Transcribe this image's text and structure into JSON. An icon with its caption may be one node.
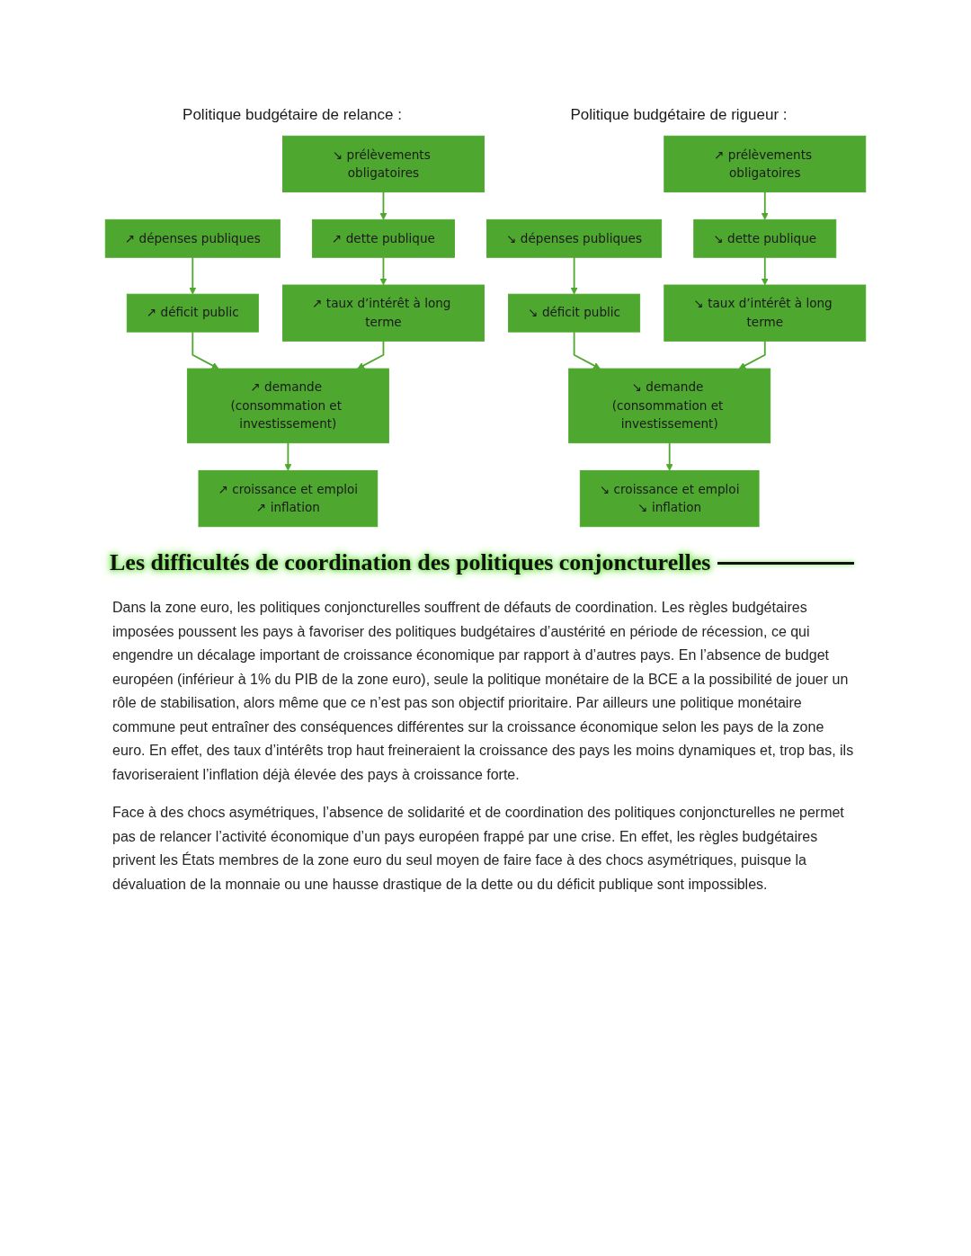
{
  "diagram": {
    "nodes": [
      {
        "text": [
          "↗ dépenses publiques"
        ]
      },
      {
        "text": [
          "↘ prélèvements obligatoires"
        ]
      },
      {
        "text": [
          "↗ déficit public"
        ]
      },
      {
        "text": [
          "↗ dette publique"
        ]
      },
      {
        "text": [
          "↗ demande (consommation et investissement)"
        ]
      },
      {
        "text": [
          "↗ taux d’intérêt à long terme"
        ]
      },
      {
        "text": [
          "↗ croissance et emploi",
          "↗ inflation"
        ]
      },
      {
        "text": [
          "↘ dépenses publiques"
        ]
      },
      {
        "text": [
          "↗ prélèvements obligatoires"
        ]
      },
      {
        "text": [
          "↘ déficit public"
        ]
      },
      {
        "text": [
          "↘ dette publique"
        ]
      },
      {
        "text": [
          "↘ demande (consommation et investissement)"
        ]
      },
      {
        "text": [
          "↘ taux d’intérêt à long terme"
        ]
      },
      {
        "text": [
          "↘ croissance et emploi",
          "↘ inflation"
        ]
      }
    ],
    "edges": [
      {
        "from": 0,
        "to": 2,
        "arrow": "to"
      },
      {
        "from": 1,
        "to": 3,
        "arrow": "to"
      },
      {
        "from": 2,
        "to": 4,
        "arrow": "to"
      },
      {
        "from": 3,
        "to": 5,
        "arrow": "to"
      },
      {
        "from": 5,
        "to": 4,
        "arrow": "to"
      },
      {
        "from": 4,
        "to": 6,
        "arrow": "to"
      },
      {
        "from": 7,
        "to": 9,
        "arrow": "to"
      },
      {
        "from": 8,
        "to": 10,
        "arrow": "to"
      },
      {
        "from": 9,
        "to": 11,
        "arrow": "to"
      },
      {
        "from": 10,
        "to": 12,
        "arrow": "to"
      },
      {
        "from": 12,
        "to": 11,
        "arrow": "to"
      },
      {
        "from": 11,
        "to": 13,
        "arrow": "to"
      }
    ],
    "labels": [
      "Politique budgétaire de relance :",
      "Politique budgétaire de rigueur :",
      "Les difficultés de coordination des politiques conjoncturelles",
      "Dans la zone euro, les politiques conjoncturelles souffrent de défauts de coordination. Les règles budgétaires imposées poussent les pays à favoriser des politiques budgétaires d’austérité en période de récession, ce qui engendre un décalage important de croissance économique par rapport à d’autres pays. En l’absence de budget européen (inférieur à 1% du PIB de la zone euro), seule la politique monétaire de la BCE a la possibilité de jouer un rôle de stabilisation, alors même que ce n’est pas son objectif prioritaire. Par ailleurs une politique monétaire commune peut entraîner des conséquences différentes sur la croissance économique selon les pays de la zone euro. En effet, des taux d’intérêts trop haut freineraient la croissance des pays les moins dynamiques et, trop bas, ils favoriseraient l’inflation déjà élevée des pays à croissance forte.",
      "Face à des chocs asymétriques, l’absence de solidarité et de coordination des politiques conjoncturelles ne permet pas de relancer l’activité économique d’un pays européen frappé par une crise. En effet, les règles budgétaires privent les États membres de la zone euro du seul moyen de faire face à des chocs asymétriques, puisque la dévaluation de la monnaie ou une hausse drastique de la dette ou du déficit publique sont impossibles."
    ]
  }
}
